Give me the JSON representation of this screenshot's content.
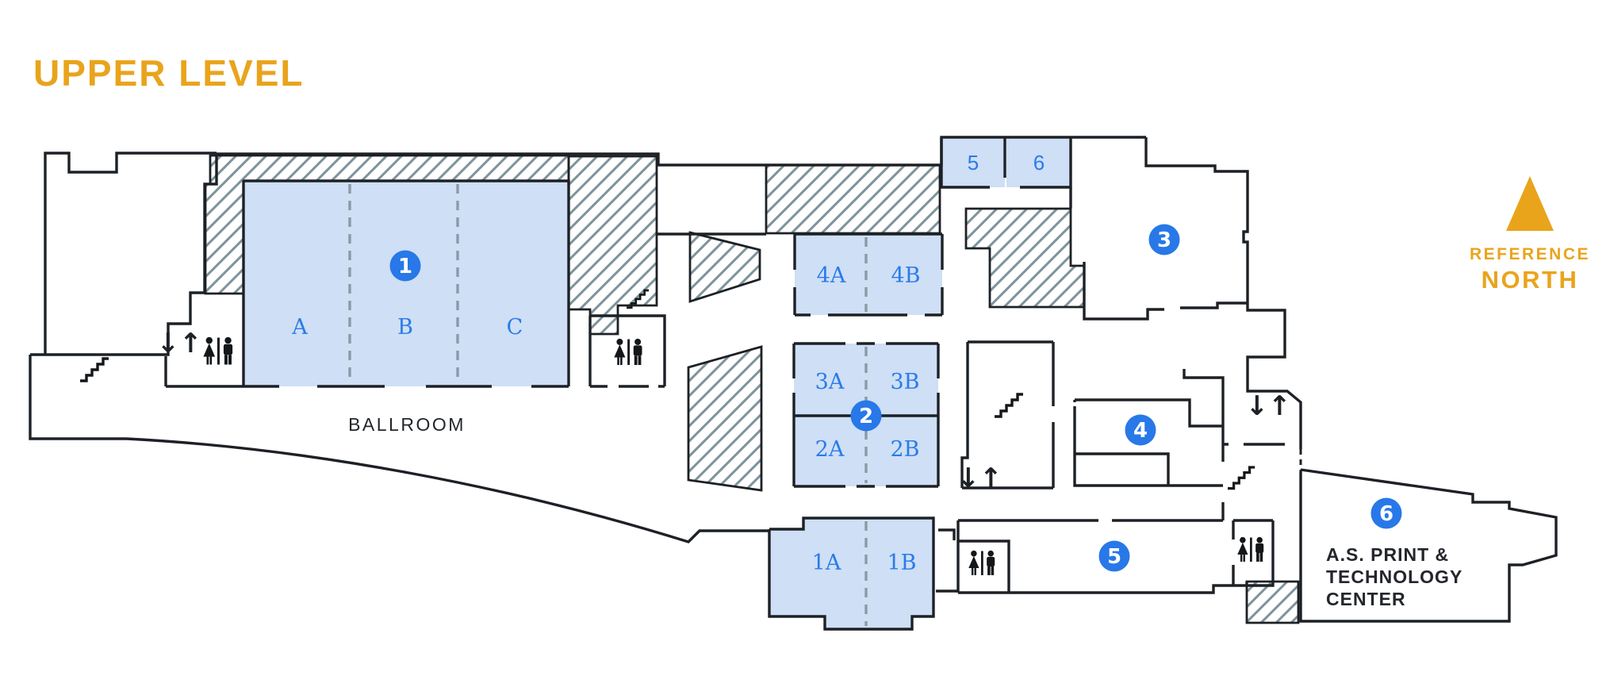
{
  "title": "UPPER LEVEL",
  "compass": {
    "line1": "REFERENCE",
    "line2": "NORTH",
    "icon": "north-arrow-icon"
  },
  "ballroom": {
    "name": "BALLROOM",
    "sections": {
      "a": "A",
      "b": "B",
      "c": "C"
    }
  },
  "rooms": {
    "r5": "5",
    "r6": "6",
    "r4a": "4A",
    "r4b": "4B",
    "r3a": "3A",
    "r3b": "3B",
    "r2a": "2A",
    "r2b": "2B",
    "r1a": "1A",
    "r1b": "1B"
  },
  "markers": {
    "m1": "1",
    "m2": "2",
    "m3": "3",
    "m4": "4",
    "m5": "5",
    "m6": "6"
  },
  "print_center": {
    "line1": "A.S. PRINT &",
    "line2": "TECHNOLOGY",
    "line3": "CENTER"
  },
  "elevator_glyph": "↓↑",
  "icons": {
    "stairs": "stairs-icon",
    "elevator": "elevator-icon",
    "restroom": "restroom-icon",
    "north": "north-arrow-icon"
  },
  "colors": {
    "gold": "#E9A41C",
    "wall": "#1D2126",
    "room_fill": "#CEDFF6",
    "label_blue": "#2B7BE8",
    "marker_blue": "#2878E8",
    "hatch": "#7E939B",
    "divider": "#8A9BA6",
    "text_dark": "#23262B"
  }
}
